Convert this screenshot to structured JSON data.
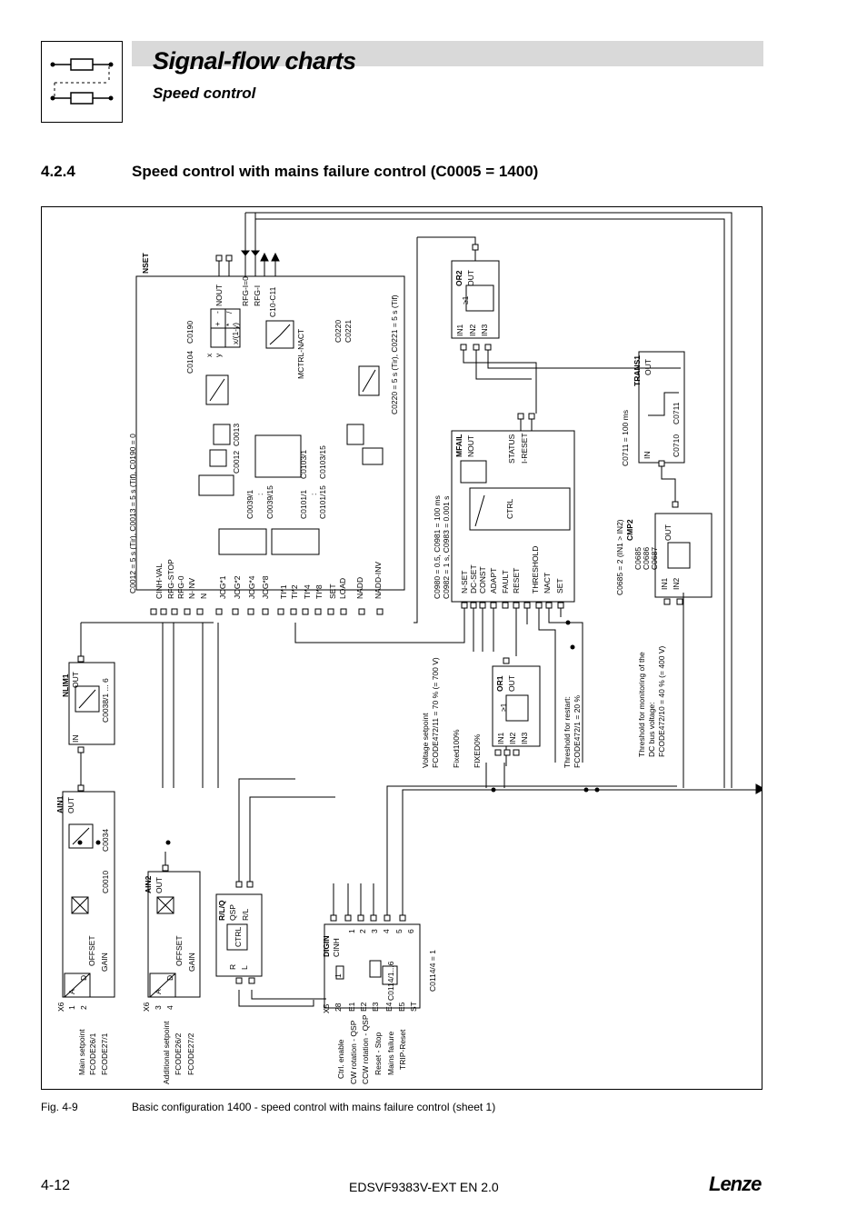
{
  "header": {
    "title": "Signal-flow charts",
    "subtitle": "Speed control"
  },
  "section": {
    "number": "4.2.4",
    "title": "Speed control with mains failure control (C0005 = 1400)"
  },
  "diagram": {
    "nset": {
      "name": "NSET",
      "inputs": [
        "CINH-VAL",
        "RFG-STOP",
        "RFG-0",
        "N-INV",
        "N",
        "JOG*1",
        "JOG*2",
        "JOG*4",
        "JOG*8",
        "TI*1",
        "TI*2",
        "TI*4",
        "TI*8",
        "SET",
        "LOAD",
        "NADD",
        "NADD-INV"
      ],
      "outputs": [
        "NOUT",
        "RFG-I=0",
        "RFG-I"
      ],
      "codes": [
        "C0104",
        "C0190",
        "C0012",
        "C0013",
        "C0039/1",
        "C0039/15",
        "C0101/1",
        "C0101/15",
        "C0103/1",
        "C0103/15",
        "C0220",
        "C0221"
      ],
      "param_note": "C0012 = 5 s (Tir), C0013 = 5 s (Tif), C0190 = 0",
      "param_note2": "C0220 = 5 s (Tir), C0221 = 5 s (Tif)",
      "ops": [
        "+",
        "-",
        "*",
        "/",
        "x/(1-y)"
      ],
      "c10": "C10-C11",
      "mctrl": "MCTRL-NACT",
      "xy": [
        "x",
        "y"
      ],
      "dots": ":"
    },
    "or2": {
      "name": "OR2",
      "inputs": [
        "IN1",
        "IN2",
        "IN3"
      ],
      "output": "OUT",
      "op": "≥1"
    },
    "mfail": {
      "name": "MFAIL",
      "inputs": [
        "N-SET",
        "DC-SET",
        "CONST",
        "ADAPT",
        "FAULT",
        "RESET",
        "THRESHOLD",
        "NACT",
        "SET"
      ],
      "outputs": [
        "NOUT",
        "STATUS",
        "I-RESET"
      ],
      "ctrl": "CTRL",
      "note1": "C0980 = 0.5, C0981 = 100 ms",
      "note2": "C0982 = 1 s, C0983 = 0.001 s"
    },
    "trans1": {
      "name": "TRANS1",
      "input": "IN",
      "output": "OUT",
      "codes": [
        "C0710",
        "C0711"
      ],
      "note": "C0711 = 100 ms"
    },
    "cmp2": {
      "name": "CMP2",
      "inputs": [
        "IN1",
        "IN2"
      ],
      "output": "OUT",
      "codes": [
        "C0685",
        "C0686",
        "C0687"
      ],
      "note": "C0685 = 2 (IN1 > IN2)"
    },
    "or1": {
      "name": "OR1",
      "inputs": [
        "IN1",
        "IN2",
        "IN3"
      ],
      "output": "OUT",
      "op": "≥1"
    },
    "nlim1": {
      "name": "NLIM1",
      "input": "IN",
      "output": "OUT",
      "code": "C0038/1 ... 6"
    },
    "ain1": {
      "name": "AIN1",
      "output": "OUT",
      "offset": "OFFSET",
      "gain": "GAIN",
      "codes": [
        "C0010",
        "C0034"
      ],
      "terms": [
        "X6",
        "1",
        "2"
      ],
      "ad": [
        "A",
        "D"
      ]
    },
    "ain2": {
      "name": "AIN2",
      "output": "OUT",
      "offset": "OFFSET",
      "gain": "GAIN",
      "terms": [
        "X6",
        "3",
        "4"
      ],
      "ad": [
        "A",
        "D"
      ]
    },
    "rlq": {
      "name": "R/L/Q",
      "outputs": [
        "QSP",
        "R/L"
      ],
      "inputs": [
        "R",
        "L"
      ],
      "ctrl": "CTRL"
    },
    "digin": {
      "name": "DIGIN",
      "cinh": "CINH",
      "code": "C0114/1...6",
      "note": "C0114/4 = 1",
      "terms": [
        "X5",
        "28",
        "E1",
        "E2",
        "E3",
        "E4",
        "E5",
        "ST"
      ],
      "outs": [
        "1",
        "2",
        "3",
        "4",
        "5",
        "6"
      ],
      "one": "1"
    },
    "labels": {
      "main_setpoint": [
        "Main setpoint",
        "FCODE26/1",
        "FCODE27/1"
      ],
      "additional_setpoint": [
        "Additional setpoint",
        "FCODE26/2",
        "FCODE27/2"
      ],
      "digital": [
        "Ctrl. enable",
        "CW rotation - QSP",
        "CCW rotation - QSP",
        "Reset - Stop",
        "Mains failure",
        "TRIP-Reset"
      ],
      "voltage": [
        "Voltage setpoint",
        "FCODE472/11 = 70 % (= 700 V)"
      ],
      "fixed100": "Fixed100%",
      "fixed0": "FIXED0%",
      "restart": [
        "Threshold for restart:",
        "FCODE472/1 = 20 %"
      ],
      "dcbus": [
        "Threshold for monitoring of the",
        "DC bus voltage:",
        "FCODE472/10 = 40 % (= 400 V)"
      ]
    }
  },
  "figure": {
    "label": "Fig. 4-9",
    "caption": "Basic configuration 1400 - speed control with mains failure control (sheet 1)"
  },
  "footer": {
    "page": "4-12",
    "doc": "EDSVF9383V-EXT EN 2.0",
    "brand": "Lenze"
  }
}
